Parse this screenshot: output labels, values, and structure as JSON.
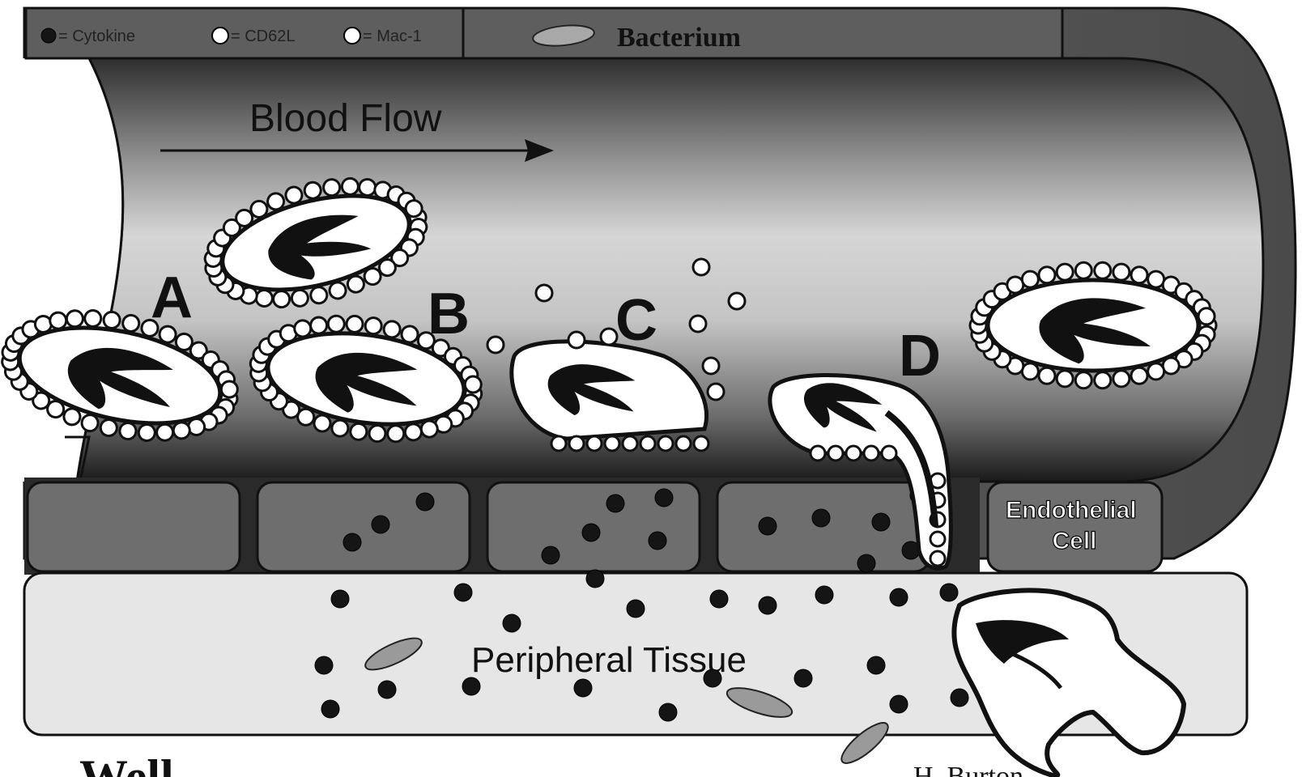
{
  "legend": {
    "cytokine": "= Cytokine",
    "cd62l": "= CD62L",
    "mac1": "= Mac-1",
    "bacterium": "Bacterium"
  },
  "labels": {
    "blood_flow": "Blood Flow",
    "stage_a": "A",
    "stage_b": "B",
    "stage_c": "C",
    "stage_d": "D",
    "endothelial_cell": "Endothelial Cell",
    "peripheral_tissue": "Peripheral Tissue",
    "footer_partial": "Well",
    "credit_partial": "H. Burton"
  },
  "colors": {
    "vessel_wall": "#5a5a5a",
    "lumen_dark": "#3c3c3c",
    "lumen_light": "#dcdcdc",
    "endothelium": "#6e6e6e",
    "tissue": "#e4e4e4",
    "cytokine": "#151515",
    "receptor": "#ffffff"
  }
}
